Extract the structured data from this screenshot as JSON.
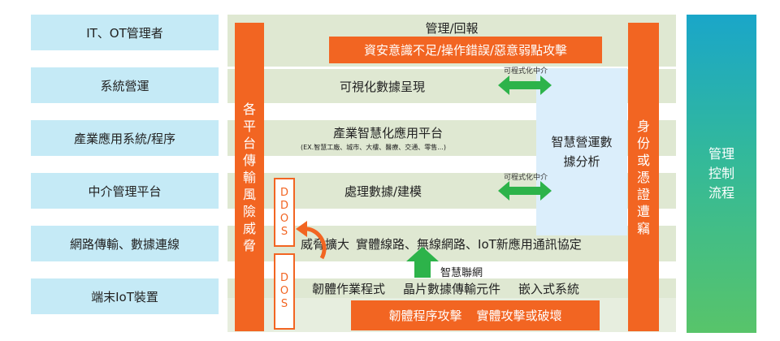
{
  "layers": [
    "IT、OT管理者",
    "系統營運",
    "產業應用系統/程序",
    "中介管理平台",
    "網路傳輸、數據連線",
    "端末IoT裝置"
  ],
  "bands": {
    "management": "管理/回報",
    "visualization": "可視化數據呈現",
    "industry_platform": "產業智慧化應用平台",
    "industry_examples": "(EX.智慧工廠、城市、大樓、醫療、交通、零售...)",
    "processing": "處理數據/建模",
    "network": "實體線路、無線網路、IoT新應用通訊協定",
    "threat_expand": "威脅擴大",
    "smart_network": "智慧聯網",
    "device_firmware": "韌體作業程式",
    "device_chip": "晶片數據傳輸元件",
    "device_embedded": "嵌入式系統"
  },
  "threats": {
    "top": "資安意識不足/操作錯誤/惡意弱點攻擊",
    "bottom_left": "韌體程序攻擊",
    "bottom_right": "實體攻擊或破壞"
  },
  "vertical": {
    "platform_risk": "各平台傳輸風險威脅",
    "identity": "身份或憑證遭竊",
    "ddos": "DDOS",
    "dos": "DOS"
  },
  "middleware_label_1": "可程式化中介",
  "middleware_label_2": "可程式化中介",
  "analysis": "智慧營運數據分析",
  "management_flow": "管理控制流程",
  "colors": {
    "orange": "#f26522",
    "green": "#2db34a",
    "label_bg": "#c5eaf6",
    "band_bg": "#dfe8d2"
  }
}
